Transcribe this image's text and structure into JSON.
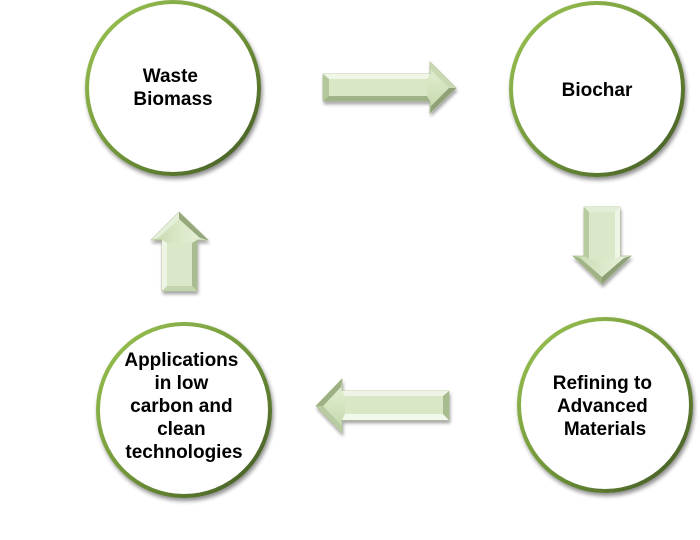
{
  "diagram": {
    "type": "cycle",
    "colors": {
      "circle_fill": "#ffffff",
      "circle_stroke_light": "#8db84a",
      "circle_stroke_dark": "#4e6b2a",
      "arrow_fill": "#d6e5c3",
      "arrow_highlight": "#eef5e6",
      "arrow_shadow": "#8fa277",
      "text": "#000000"
    },
    "nodes": [
      {
        "id": "waste-biomass",
        "lines": [
          "Waste",
          "Biomass"
        ]
      },
      {
        "id": "biochar",
        "lines": [
          "Biochar"
        ]
      },
      {
        "id": "refining",
        "lines": [
          "Refining to",
          "Advanced",
          "Materials"
        ]
      },
      {
        "id": "applications",
        "lines": [
          "Applications",
          "in low",
          "carbon and",
          "clean",
          "technologies"
        ]
      }
    ],
    "edges": [
      {
        "from": "waste-biomass",
        "to": "biochar",
        "direction": "right"
      },
      {
        "from": "biochar",
        "to": "refining",
        "direction": "down"
      },
      {
        "from": "refining",
        "to": "applications",
        "direction": "left"
      },
      {
        "from": "applications",
        "to": "waste-biomass",
        "direction": "up"
      }
    ]
  }
}
